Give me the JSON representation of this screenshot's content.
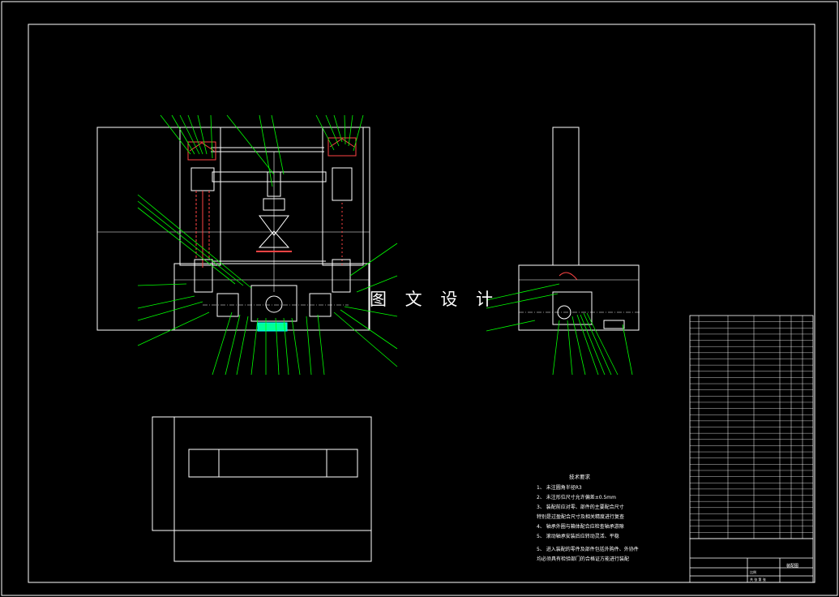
{
  "drawing": {
    "watermark": "图 文 设 计",
    "colors": {
      "background": "#000000",
      "outline": "#ffffff",
      "leader": "#00ff00",
      "hidden": "#ff3333",
      "accent": "#00ffff",
      "dimension": "#ffff00"
    }
  },
  "technical_requirements": {
    "title": "技术要求",
    "items": [
      "1、 未注圆角半径R3",
      "2、 未注形位尺寸允许偏差±0.5mm",
      "3、 装配前应对零、部件的主要配合尺寸",
      "    特别是过盈配合尺寸及相关精度进行复查",
      "4、 轴承外圈与箱体配合应检查轴承游隙",
      "5、 滚动轴承安装后应转动灵活、平稳",
      "5、 进入装配的零件及部件包括外购件、外协件",
      "    均必须具有检验部门的合格证方能进行装配"
    ]
  },
  "title_block": {
    "drawing_name": "装配图",
    "scale_label": "比例",
    "sheet_label": "共 张 第 张"
  }
}
